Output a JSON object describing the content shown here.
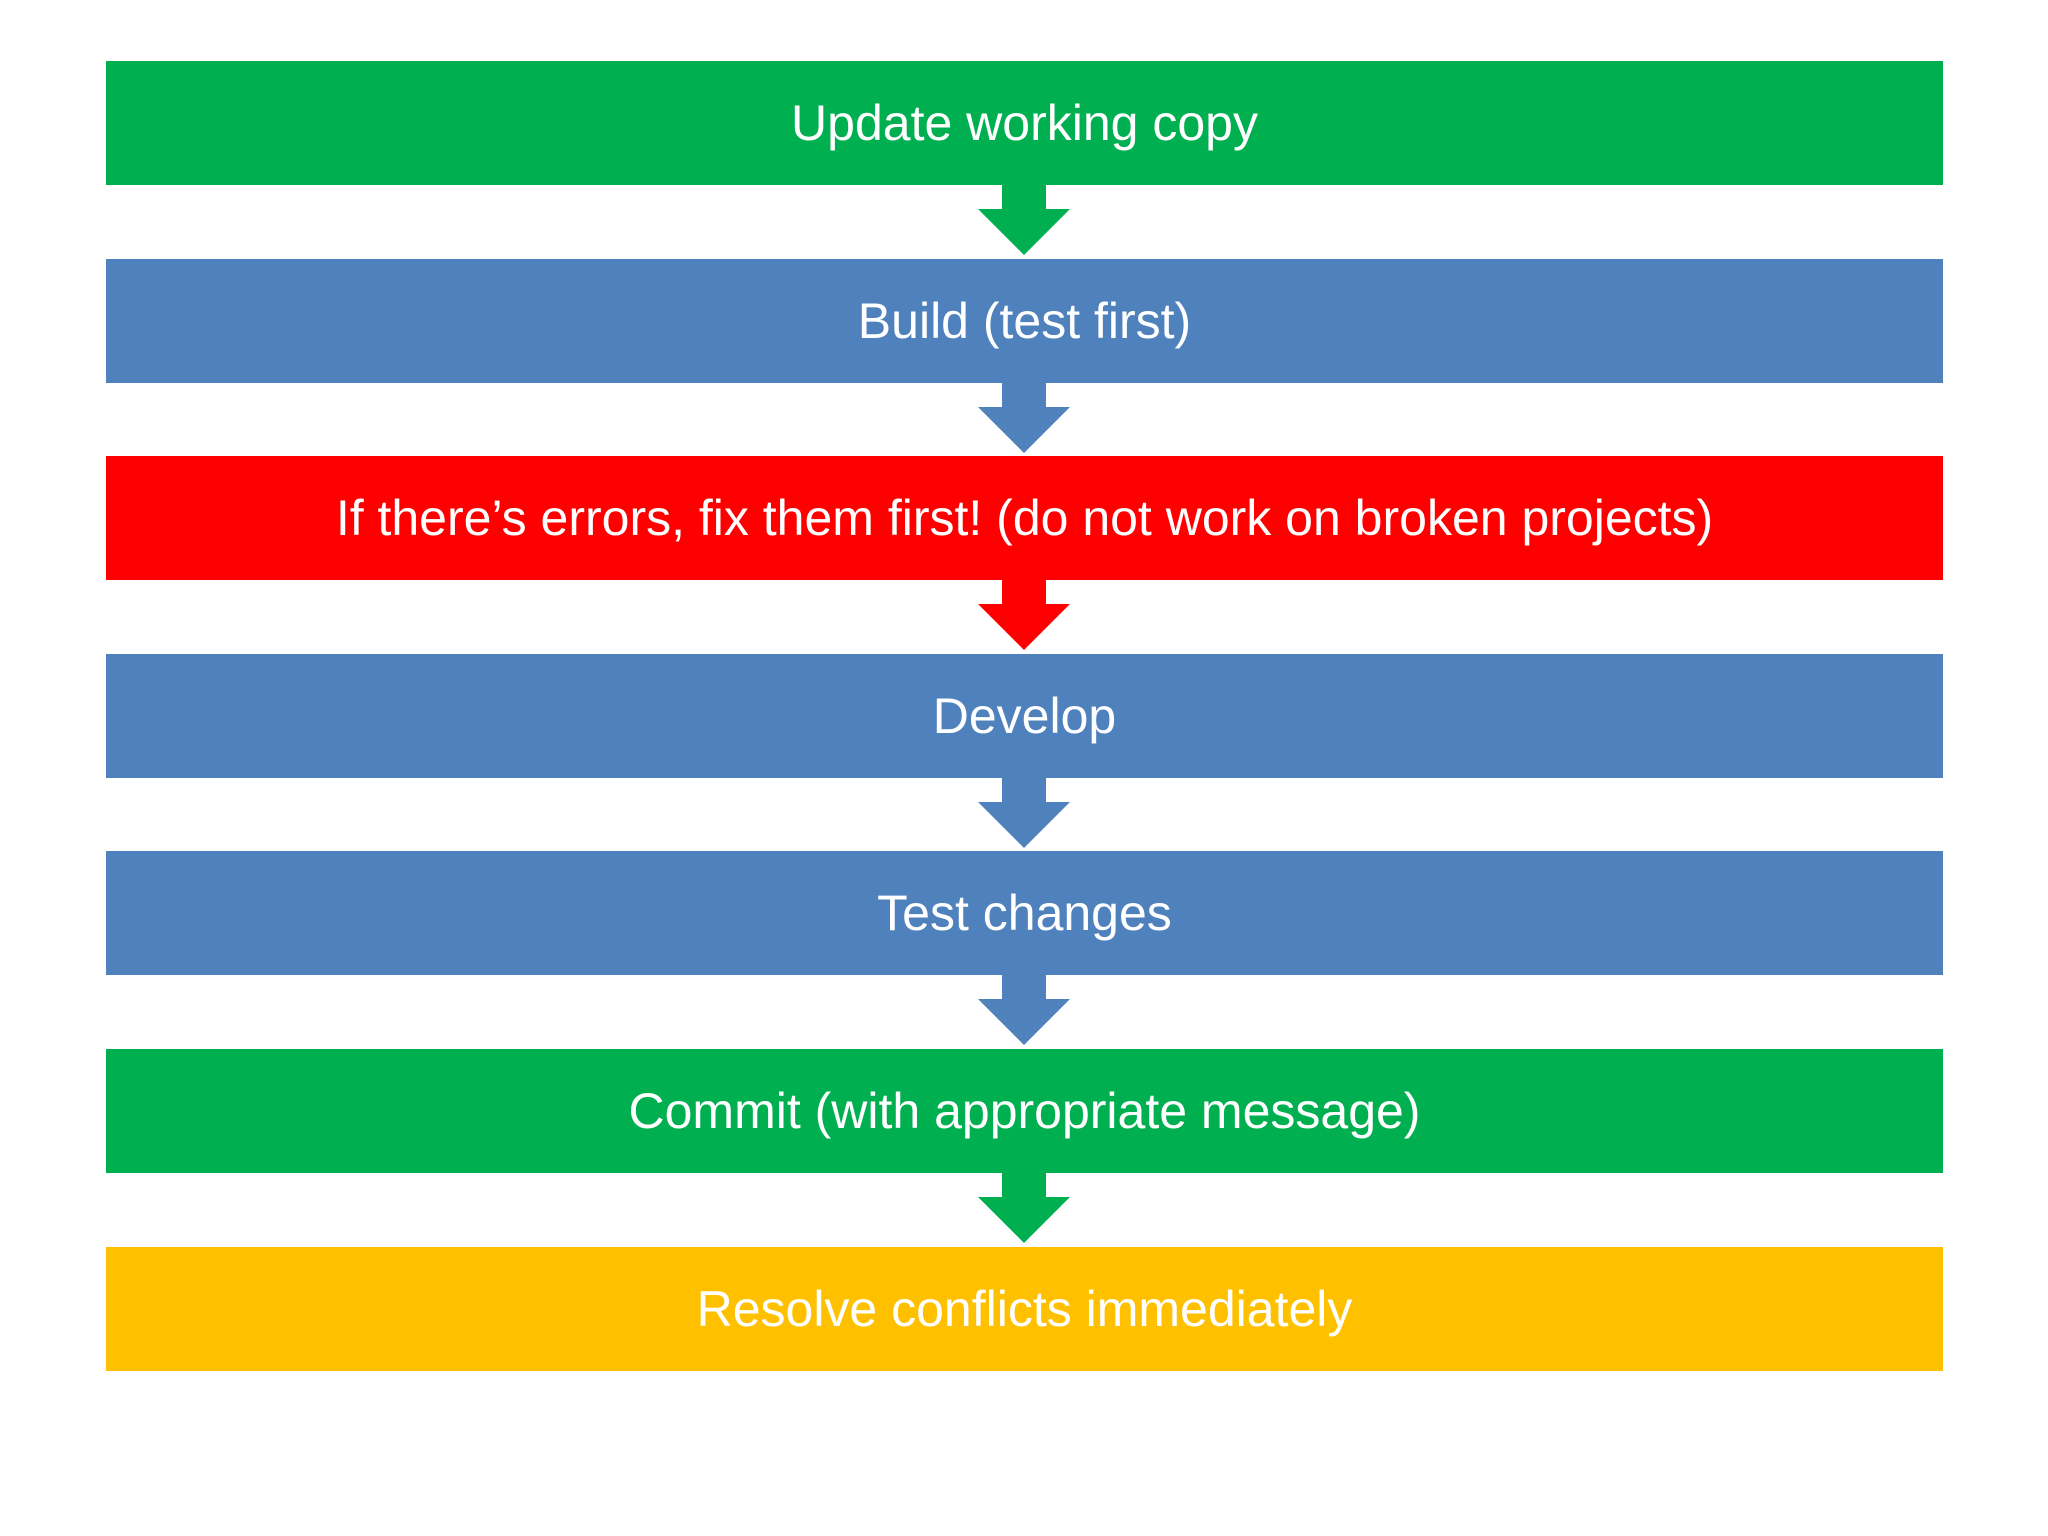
{
  "colors": {
    "green": "#00b050",
    "blue": "#4f81bd",
    "red": "#ff0000",
    "yellow": "#ffc000",
    "text": "#ffffff",
    "background": "#ffffff"
  },
  "steps": [
    {
      "label": "Update working copy",
      "color": "#00b050"
    },
    {
      "label": "Build (test first)",
      "color": "#4f81bd"
    },
    {
      "label": "If there’s errors, fix them first! (do not work on broken projects)",
      "color": "#ff0000"
    },
    {
      "label": "Develop",
      "color": "#4f81bd"
    },
    {
      "label": "Test changes",
      "color": "#4f81bd"
    },
    {
      "label": "Commit (with appropriate message)",
      "color": "#00b050"
    },
    {
      "label": "Resolve conflicts immediately",
      "color": "#ffc000"
    }
  ]
}
